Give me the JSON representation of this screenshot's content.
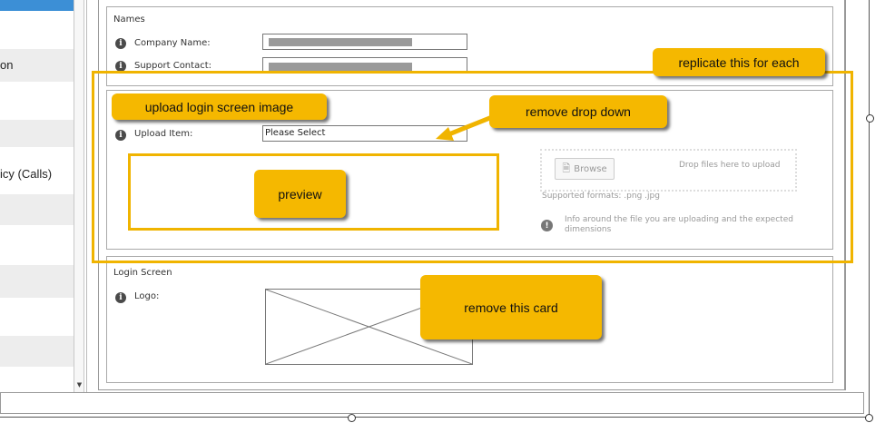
{
  "sidebar": {
    "items": [
      {
        "label": ""
      },
      {
        "label": "on"
      },
      {
        "label": ""
      },
      {
        "label": "icy (Calls)"
      }
    ]
  },
  "names_card": {
    "title": "Names",
    "company_label": "Company Name:",
    "support_label": "Support Contact:"
  },
  "upload_card": {
    "upload_label": "Upload Item:",
    "select_value": "Please Select",
    "browse_label": "Browse",
    "drop_text": "Drop files here to upload",
    "supported_formats": "Supported formats: .png .jpg",
    "info_text_line1": "Info around the file you are uploading and the expected",
    "info_text_line2": "dimensions"
  },
  "login_card": {
    "title": "Login Screen",
    "logo_label": "Logo:"
  },
  "callouts": {
    "replicate": "replicate this for each",
    "upload_login": "upload login screen image",
    "remove_dropdown": "remove drop down",
    "preview": "preview",
    "remove_card": "remove this card"
  },
  "colors": {
    "callout": "#f5b800",
    "frame": "#f0b400"
  }
}
